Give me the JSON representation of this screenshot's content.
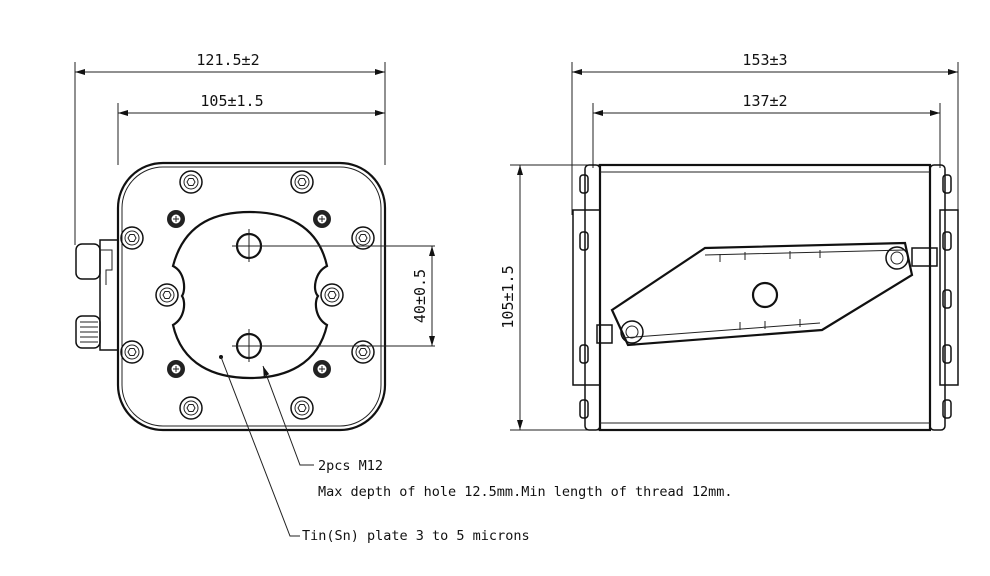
{
  "front_view": {
    "dim_overall_width": "121.5±2",
    "dim_body_width": "105±1.5",
    "dim_hole_spacing": "40±0.5"
  },
  "side_view": {
    "dim_overall_length": "153±3",
    "dim_body_length": "137±2",
    "dim_height": "105±1.5"
  },
  "notes": {
    "thread_label": "2pcs M12",
    "thread_detail": "Max depth of hole 12.5mm.Min length of thread 12mm.",
    "plating": "Tin(Sn) plate 3 to 5 microns"
  }
}
